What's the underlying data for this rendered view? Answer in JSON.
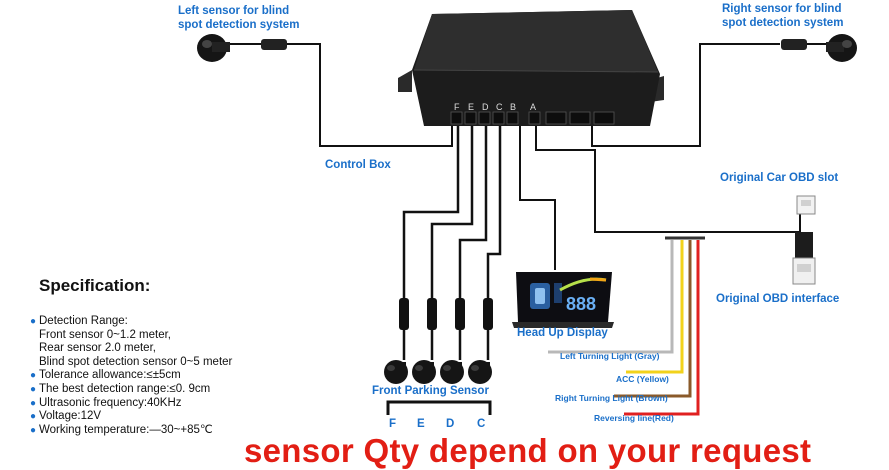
{
  "labels": {
    "left_sensor": [
      "Left sensor for blind",
      "spot detection system"
    ],
    "right_sensor": [
      "Right sensor for blind",
      "spot detection system"
    ],
    "control_box": "Control Box",
    "obd_slot": "Original Car OBD slot",
    "obd_interface": "Original  OBD interface",
    "hud": "Head Up Display",
    "front_sensor": "Front Parking Sensor",
    "port_letters": [
      "F",
      "E",
      "D",
      "C",
      "B",
      "A"
    ],
    "sensor_letters": [
      "F",
      "E",
      "D",
      "C"
    ]
  },
  "wires": {
    "left_turn": "Left Turning Light (Gray)",
    "acc": "ACC (Yellow)",
    "right_turn": "Right Turning Light (Brown)",
    "reverse": "Reversing line(Red)"
  },
  "wire_colors": {
    "gray": "#b8b8b8",
    "yellow": "#f2d21b",
    "brown": "#8a5a2a",
    "red": "#e02020"
  },
  "specification": {
    "title": "Specification:",
    "items": [
      {
        "text": "Detection Range:",
        "sub": [
          "Front sensor 0~1.2 meter,",
          "Rear sensor 2.0 meter,",
          "Blind spot detection sensor 0~5 meter"
        ]
      },
      {
        "text": "Tolerance allowance:≤±5cm"
      },
      {
        "text": "The best detection range:≤0. 9cm"
      },
      {
        "text": "Ultrasonic frequency:40KHz"
      },
      {
        "text": "Voltage:12V"
      },
      {
        "text": "Working temperature:—30~+85℃"
      }
    ]
  },
  "banner": "sensor Qty depend on your request",
  "accent_color": "#1a6fc9",
  "banner_color": "#e21e14"
}
